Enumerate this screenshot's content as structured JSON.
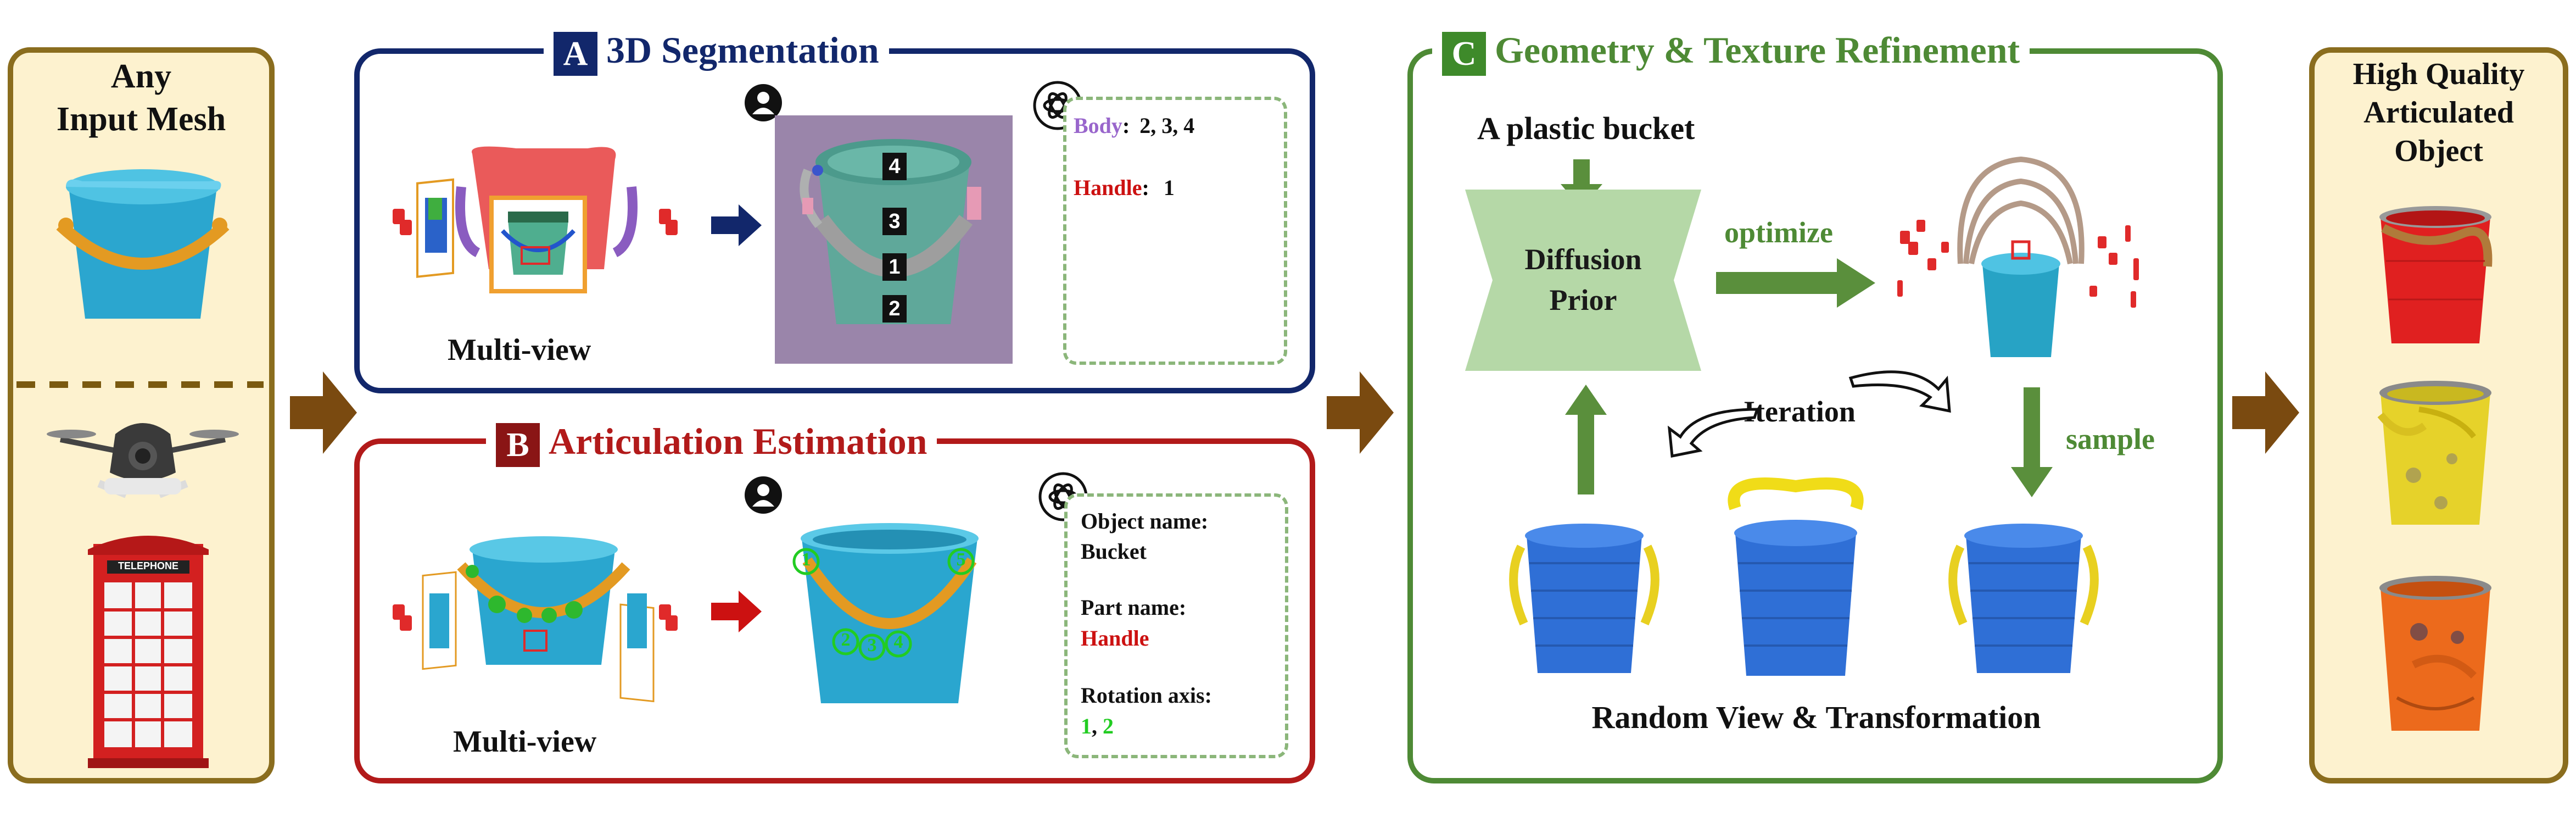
{
  "input_panel": {
    "title_line1": "Any",
    "title_line2": "Input Mesh"
  },
  "panel_a": {
    "letter": "A",
    "title": "3D Segmentation",
    "multiview_label": "Multi-view",
    "part_numbers": [
      "4",
      "3",
      "1",
      "2"
    ],
    "answer": {
      "body_label": "Body",
      "body_value": "2, 3, 4",
      "handle_label": "Handle",
      "handle_value": "1"
    }
  },
  "panel_b": {
    "letter": "B",
    "title": "Articulation Estimation",
    "multiview_label": "Multi-view",
    "keypoint_numbers": [
      "1",
      "2",
      "3",
      "4",
      "5"
    ],
    "answer": {
      "object_name_label": "Object name:",
      "object_name_value": "Bucket",
      "part_name_label": "Part name:",
      "part_name_value": "Handle",
      "rotation_axis_label": "Rotation axis:",
      "rotation_axis_value_1": "1",
      "rotation_axis_sep": ",",
      "rotation_axis_value_2": "2"
    }
  },
  "panel_c": {
    "letter": "C",
    "title": "Geometry & Texture Refinement",
    "prompt": "A plastic bucket",
    "prior_line1": "Diffusion",
    "prior_line2": "Prior",
    "optimize_label": "optimize",
    "iteration_label": "Iteration",
    "sample_label": "sample",
    "random_view_label": "Random View & Transformation"
  },
  "output_panel": {
    "title_line1": "High Quality",
    "title_line2": "Articulated",
    "title_line3": "Object"
  },
  "telephone_sign": "TELEPHONE",
  "colors": {
    "input_border": "#8a6d1e",
    "input_fill": "#fdf2cf",
    "panel_a_border": "#12276b",
    "panel_b_border": "#b21a1a",
    "panel_c_border": "#4e8a35",
    "flow_arrow": "#7a4a10",
    "body_color": "#9966cc",
    "handle_color": "#cc1111",
    "axis_green": "#22cc22",
    "arrow_green": "#5a8f3c",
    "prior_fill": "#b5d8a7"
  }
}
